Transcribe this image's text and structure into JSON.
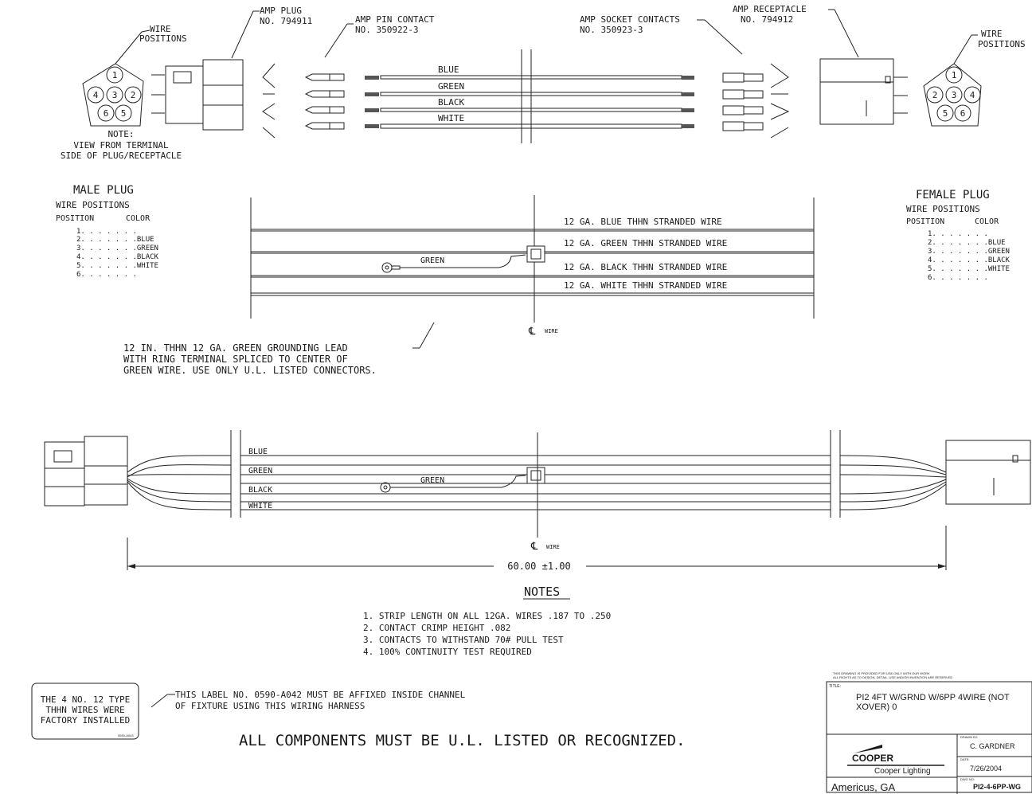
{
  "top_labels": {
    "wire_positions_left": [
      "WIRE",
      "POSITIONS"
    ],
    "amp_plug": [
      "AMP PLUG",
      "NO. 794911"
    ],
    "amp_pin": [
      "AMP PIN CONTACT",
      "NO. 350922-3"
    ],
    "amp_socket": [
      "AMP SOCKET CONTACTS",
      "NO. 350923-3"
    ],
    "amp_receptacle": [
      "AMP RECEPTACLE",
      "NO. 794912"
    ],
    "wire_positions_right": [
      "WIRE",
      "POSITIONS"
    ],
    "note": [
      "NOTE:",
      "VIEW FROM TERMINAL",
      "SIDE OF PLUG/RECEPTACLE"
    ],
    "wire_colors": [
      "BLUE",
      "GREEN",
      "BLACK",
      "WHITE"
    ],
    "left_pin_numbers": [
      "1",
      "4",
      "3",
      "2",
      "6",
      "5"
    ],
    "right_pin_numbers": [
      "1",
      "2",
      "3",
      "4",
      "5",
      "6"
    ]
  },
  "male_plug": {
    "title": "MALE PLUG",
    "subtitle": "WIRE POSITIONS",
    "col_position": "POSITION",
    "col_color": "COLOR",
    "rows": [
      "1. . . . . . .",
      "2. . . . . . .BLUE",
      "3. . . . . . .GREEN",
      "4. . . . . . .BLACK",
      "5. . . . . . .WHITE",
      "6. . . . . . ."
    ]
  },
  "female_plug": {
    "title": "FEMALE PLUG",
    "subtitle": "WIRE POSITIONS",
    "col_position": "POSITION",
    "col_color": "COLOR",
    "rows": [
      "1. . . . . . .",
      "2. . . . . . .BLUE",
      "3. . . . . . .GREEN",
      "4. . . . . . .BLACK",
      "5. . . . . . .WHITE",
      "6. . . . . . ."
    ]
  },
  "mid_diagram": {
    "wires": [
      "12 GA. BLUE THHN STRANDED WIRE",
      "12 GA. GREEN THHN STRANDED WIRE",
      "12 GA. BLACK THHN STRANDED WIRE",
      "12 GA. WHITE THHN STRANDED WIRE"
    ],
    "ground_label": "GREEN",
    "centerline": "℄",
    "centerline_word": "WIRE",
    "lead_note": [
      "12 IN. THHN 12 GA. GREEN GROUNDING LEAD",
      "WITH RING TERMINAL SPLICED TO CENTER OF",
      "GREEN WIRE.   USE ONLY U.L. LISTED CONNECTORS."
    ]
  },
  "harness": {
    "wire_labels": [
      "BLUE",
      "GREEN",
      "BLACK",
      "WHITE"
    ],
    "ground_label": "GREEN",
    "centerline": "℄",
    "centerline_word": "WIRE",
    "dimension": "60.00 ±1.00"
  },
  "notes": {
    "title": "NOTES",
    "items": [
      "1.  STRIP LENGTH ON ALL 12GA. WIRES .187 TO .250",
      "2.  CONTACT CRIMP HEIGHT .082",
      "3.  CONTACTS TO WITHSTAND 70# PULL TEST",
      "4.  100% CONTINUITY TEST REQUIRED"
    ]
  },
  "label_box": {
    "lines": [
      "THE 4 NO. 12 TYPE",
      "THHN WIRES WERE",
      "FACTORY INSTALLED"
    ],
    "part_no": "0590-A043",
    "callout": [
      "THIS LABEL NO. 0590-A042 MUST BE AFFIXED INSIDE CHANNEL",
      "OF FIXTURE USING THIS WIRING HARNESS"
    ]
  },
  "main_notice": "ALL COMPONENTS MUST BE U.L. LISTED OR RECOGNIZED.",
  "title_block": {
    "disclaimer": [
      "THIS DRAWING IS PROVIDED FOR USE ONLY WITH OUR WORK",
      "ALL RIGHTS AS TO DESIGN, DETAIL, USE AND/OR INVENTION ARE RESERVED"
    ],
    "title_label": "TITLE:",
    "title_lines": [
      "PI2 4FT W/GRND W/6PP 4WIRE (NOT",
      "XOVER) 0"
    ],
    "brand": "COOPER",
    "company": "Cooper Lighting",
    "location": "Americus, GA",
    "drawn_by_label": "DRAWN BY:",
    "drawn_by": "C. GARDNER",
    "date_label": "DATE:",
    "date": "7/26/2004",
    "dwg_label": "DWG NO:",
    "dwg_no": "PI2-4-6PP-WG"
  }
}
